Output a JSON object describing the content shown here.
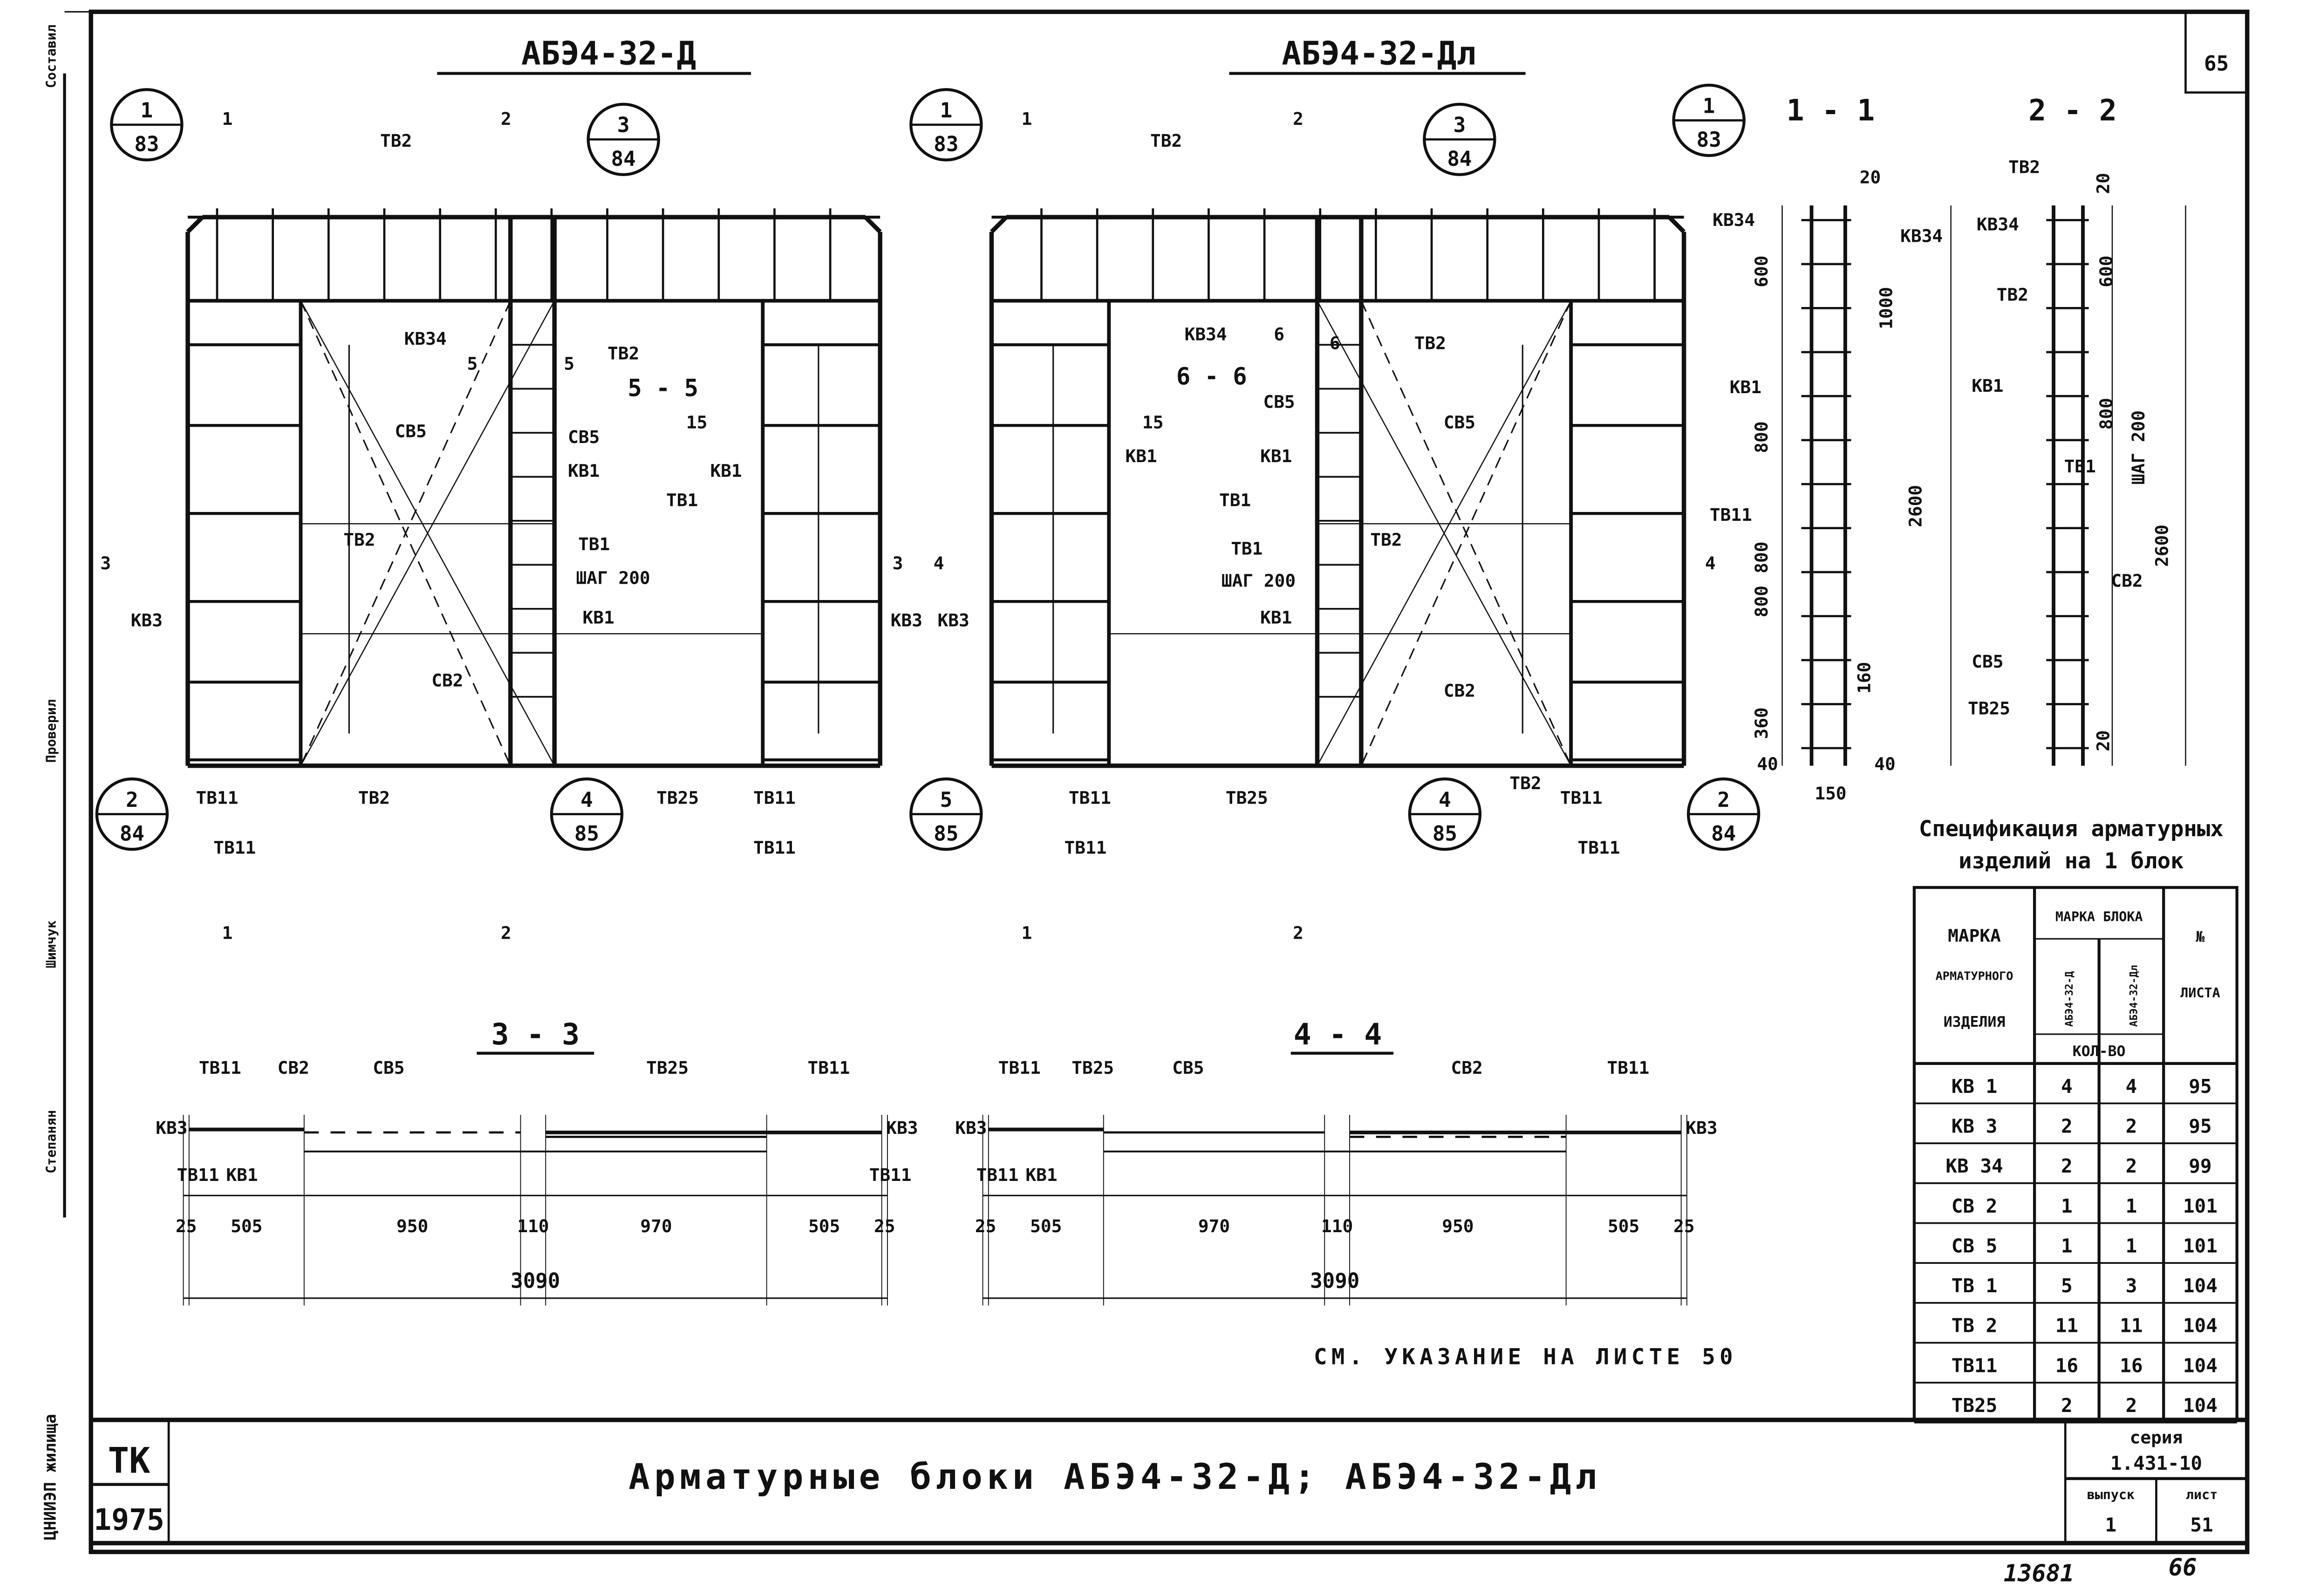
{
  "sheet": {
    "page_number_top": "65",
    "views": {
      "left_title": "АБЭ4-32-Д",
      "right_title": "АБЭ4-32-Дл",
      "section_1": "1 - 1",
      "section_2": "2 - 2",
      "section_3": "3 - 3",
      "section_4": "4 - 4",
      "section_5": "5 - 5",
      "section_6": "6 - 6"
    },
    "callouts": [
      {
        "top": "1",
        "bottom": "83"
      },
      {
        "top": "3",
        "bottom": "84"
      },
      {
        "top": "1",
        "bottom": "83"
      },
      {
        "top": "3",
        "bottom": "84"
      },
      {
        "top": "1",
        "bottom": "83"
      },
      {
        "top": "2",
        "bottom": "84"
      },
      {
        "top": "4",
        "bottom": "85"
      },
      {
        "top": "5",
        "bottom": "85"
      },
      {
        "top": "4",
        "bottom": "85"
      },
      {
        "top": "2",
        "bottom": "84"
      }
    ],
    "labels": [
      "ТВ2",
      "КВ34",
      "ТВ2",
      "СВ5",
      "ТВ2",
      "ТВ1",
      "ШАГ 200",
      "КВ1",
      "СВ2",
      "КВ3",
      "ТВ11",
      "ТВ11",
      "ТВ2",
      "ТВ25",
      "ТВ11",
      "ТВ11",
      "КВ1",
      "КВ1",
      "ТВ1",
      "СВ5",
      "15",
      "ТВ2",
      "КВ34",
      "6",
      "ТВ2",
      "СВ5",
      "ТВ2",
      "ТВ1",
      "ШАГ 200",
      "КВ1",
      "СВ2",
      "КВ3",
      "КВ3",
      "ТВ11",
      "ТВ11",
      "ТВ25",
      "ТВ2",
      "ТВ11",
      "ТВ11",
      "КВ1",
      "КВ1",
      "ТВ1",
      "СВ5",
      "15",
      "6",
      "5",
      "5",
      "КВ34",
      "КВ34",
      "КВ1",
      "ТВ11",
      "600",
      "1000",
      "800",
      "800",
      "800",
      "160",
      "360",
      "2600",
      "40",
      "150",
      "40",
      "20",
      "ТВ2",
      "КВ34",
      "ТВ2",
      "КВ1",
      "600",
      "800",
      "ШАГ 200",
      "2600",
      "ТВ1",
      "СВ2",
      "СВ5",
      "ТВ25",
      "20",
      "20",
      "1",
      "1",
      "2",
      "2",
      "3",
      "3",
      "4",
      "4",
      "1",
      "1",
      "2",
      "2"
    ],
    "section_3_3": {
      "labels": [
        "ТВ11",
        "СВ2",
        "СВ5",
        "ТВ25",
        "ТВ11",
        "КВ3",
        "КВ3",
        "ТВ11",
        "КВ1",
        "ТВ11"
      ],
      "dims": [
        "25",
        "505",
        "950",
        "110",
        "970",
        "505",
        "25"
      ],
      "total": "3090"
    },
    "section_4_4": {
      "labels": [
        "ТВ11",
        "ТВ25",
        "СВ5",
        "СВ2",
        "ТВ11",
        "КВ3",
        "КВ3",
        "ТВ11",
        "КВ1"
      ],
      "dims": [
        "25",
        "505",
        "970",
        "110",
        "950",
        "505",
        "25"
      ],
      "total": "3090"
    },
    "note": "СМ. УКАЗАНИЕ НА ЛИСТЕ 50"
  },
  "spec": {
    "title_line1": "Спецификация арматурных",
    "title_line2": "изделий на 1 блок",
    "headers": {
      "mark": [
        "МАРКА",
        "АРМАТУРНОГО",
        "ИЗДЕЛИЯ"
      ],
      "block_mark": "МАРКА БЛОКА",
      "block_1": "АБЭ4-32-Д",
      "block_2": "АБЭ4-32-Дл",
      "qty": "КОЛ-ВО",
      "sheet_no": [
        "№",
        "ЛИСТА"
      ]
    },
    "rows": [
      [
        "КВ 1",
        "4",
        "4",
        "95"
      ],
      [
        "КВ 3",
        "2",
        "2",
        "95"
      ],
      [
        "КВ 34",
        "2",
        "2",
        "99"
      ],
      [
        "СВ 2",
        "1",
        "1",
        "101"
      ],
      [
        "СВ 5",
        "1",
        "1",
        "101"
      ],
      [
        "ТВ 1",
        "5",
        "3",
        "104"
      ],
      [
        "ТВ 2",
        "11",
        "11",
        "104"
      ],
      [
        "ТВ11",
        "16",
        "16",
        "104"
      ],
      [
        "ТВ25",
        "2",
        "2",
        "104"
      ]
    ]
  },
  "title_block": {
    "org": "ТК",
    "year": "1975",
    "title": "Арматурные блоки АБЭ4-32-Д; АБЭ4-32-Дл",
    "series_label": "серия",
    "series": "1.431-10",
    "issue_label": "выпуск",
    "issue": "1",
    "sheet_label": "лист",
    "sheet": "51"
  },
  "side_stamp": {
    "texts": [
      "ЦНИИЭП жилища",
      "Степанян",
      "Шимчук",
      "Проверил",
      "Составил"
    ]
  },
  "footer": {
    "inventory": "13681",
    "page": "66"
  }
}
